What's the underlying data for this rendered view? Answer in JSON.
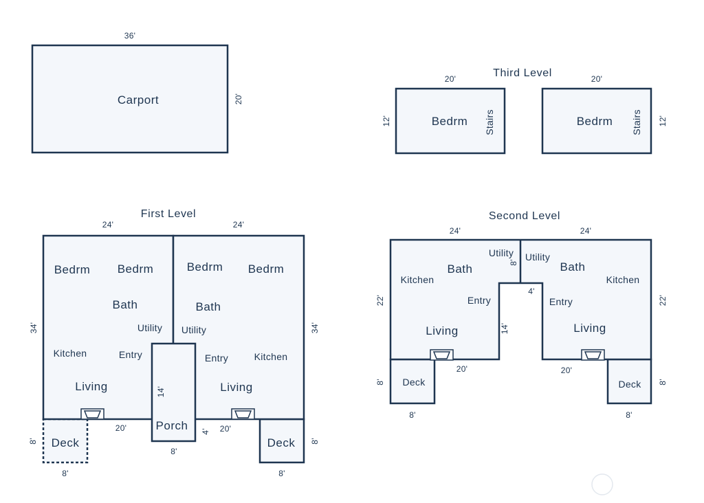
{
  "colors": {
    "line": "#1e3550",
    "fill": "#f4f7fb",
    "background": "#ffffff"
  },
  "carport": {
    "label": "Carport",
    "dim_top": "36'",
    "dim_right": "20'"
  },
  "third_level": {
    "title": "Third Level",
    "left": {
      "bedroom": "Bedrm",
      "stairs": "Stairs",
      "dim_top": "20'",
      "dim_left": "12'"
    },
    "right": {
      "bedroom": "Bedrm",
      "stairs": "Stairs",
      "dim_top": "20'",
      "dim_right": "12'"
    }
  },
  "first_level": {
    "title": "First Level",
    "left": {
      "dim_top": "24'",
      "dim_left": "34'",
      "bedroom_1": "Bedrm",
      "bedroom_2": "Bedrm",
      "bath": "Bath",
      "utility": "Utility",
      "kitchen": "Kitchen",
      "entry": "Entry",
      "living": "Living",
      "dim_bottom": "20'"
    },
    "right": {
      "dim_top": "24'",
      "dim_right": "34'",
      "bedroom_1": "Bedrm",
      "bedroom_2": "Bedrm",
      "bath": "Bath",
      "utility": "Utility",
      "kitchen": "Kitchen",
      "entry": "Entry",
      "living": "Living",
      "dim_bottom": "20'"
    },
    "porch": {
      "label": "Porch",
      "dim_left": "14'",
      "dim_bottom": "8'",
      "dim_right": "4'"
    },
    "deck_left": {
      "label": "Deck",
      "dim_left": "8'",
      "dim_bottom": "8'"
    },
    "deck_right": {
      "label": "Deck",
      "dim_right": "8'",
      "dim_bottom": "8'"
    }
  },
  "second_level": {
    "title": "Second Level",
    "left": {
      "dim_top": "24'",
      "dim_left": "22'",
      "utility": "Utility",
      "bath": "Bath",
      "kitchen": "Kitchen",
      "entry": "Entry",
      "living": "Living",
      "dim_bottom": "20'",
      "dim_notch": "14'",
      "dim_utility": "8'"
    },
    "right": {
      "dim_top": "24'",
      "dim_right": "22'",
      "utility": "Utility",
      "bath": "Bath",
      "kitchen": "Kitchen",
      "entry": "Entry",
      "living": "Living",
      "dim_bottom": "20'",
      "dim_notch": "4'"
    },
    "deck_left": {
      "label": "Deck",
      "dim_left": "8'",
      "dim_bottom": "8'"
    },
    "deck_right": {
      "label": "Deck",
      "dim_right": "8'",
      "dim_bottom": "8'"
    }
  }
}
